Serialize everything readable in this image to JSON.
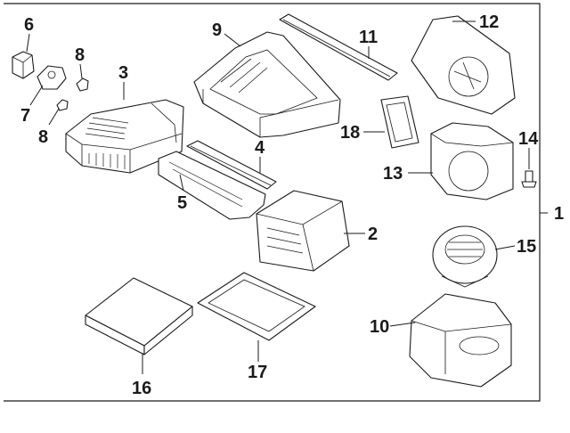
{
  "callouts": {
    "c1": "1",
    "c2": "2",
    "c3": "3",
    "c4": "4",
    "c5": "5",
    "c6": "6",
    "c7": "7",
    "c8a": "8",
    "c8b": "8",
    "c9": "9",
    "c10": "10",
    "c11": "11",
    "c12": "12",
    "c13": "13",
    "c14": "14",
    "c15": "15",
    "c16": "16",
    "c17": "17",
    "c18": "18"
  }
}
